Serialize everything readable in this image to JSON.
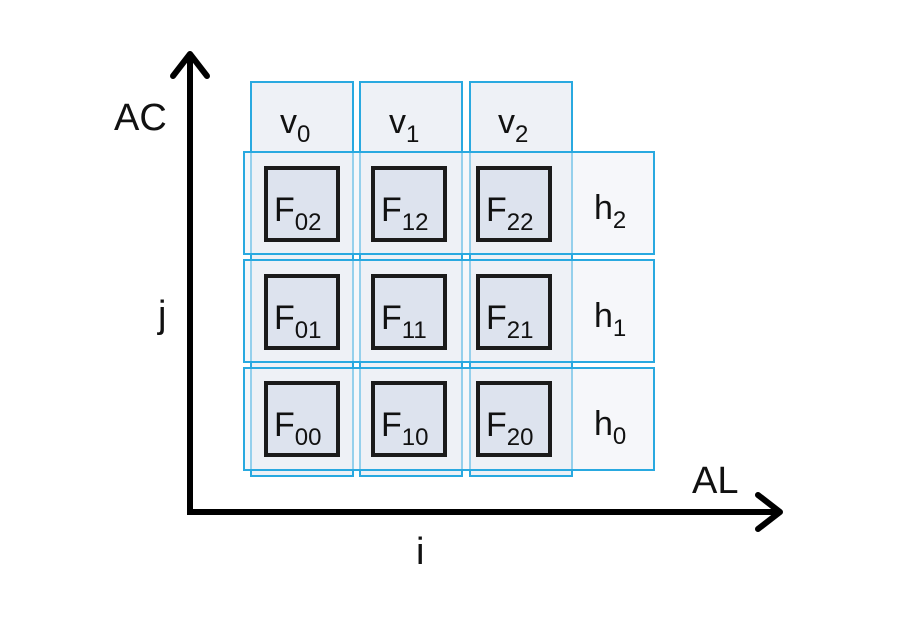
{
  "axes": {
    "x_label": "AL",
    "y_label": "AC",
    "i_label": "i",
    "j_label": "j"
  },
  "columns": [
    {
      "base": "v",
      "sub": "0"
    },
    {
      "base": "v",
      "sub": "1"
    },
    {
      "base": "v",
      "sub": "2"
    }
  ],
  "rows": [
    {
      "base": "h",
      "sub": "2"
    },
    {
      "base": "h",
      "sub": "1"
    },
    {
      "base": "h",
      "sub": "0"
    }
  ],
  "cells": [
    [
      {
        "base": "F",
        "sub": "02"
      },
      {
        "base": "F",
        "sub": "12"
      },
      {
        "base": "F",
        "sub": "22"
      }
    ],
    [
      {
        "base": "F",
        "sub": "01"
      },
      {
        "base": "F",
        "sub": "11"
      },
      {
        "base": "F",
        "sub": "21"
      }
    ],
    [
      {
        "base": "F",
        "sub": "00"
      },
      {
        "base": "F",
        "sub": "10"
      },
      {
        "base": "F",
        "sub": "20"
      }
    ]
  ],
  "colors": {
    "outline": "#29a9e0",
    "fill": "#eef1f6",
    "cell_fill": "#dde3ee",
    "axis": "#000000"
  }
}
